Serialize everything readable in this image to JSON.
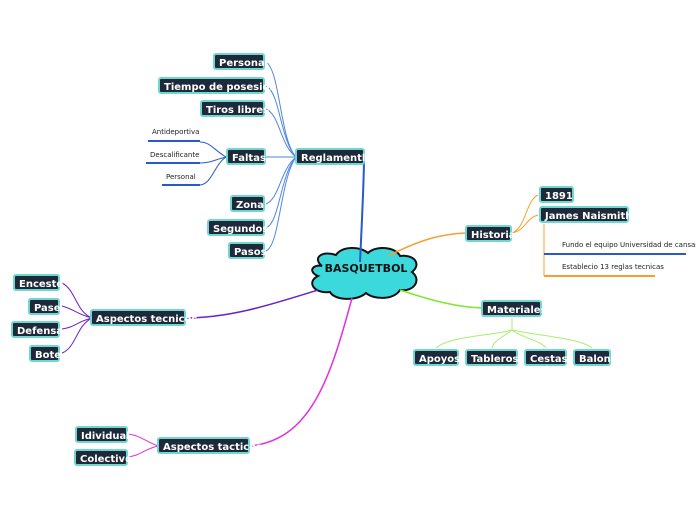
{
  "center": "BASQUETBOL",
  "reglamento": {
    "label": "Reglamentlo",
    "items": [
      "Personal",
      "Tiempo de posesion",
      "Tiros libres",
      "Faltas",
      "Zona",
      "Segundos",
      "Pasos"
    ],
    "faltas_sub": [
      "Antideportiva",
      "Descalificante",
      "Personal"
    ]
  },
  "historia": {
    "label": "Historia",
    "items": [
      "1891",
      "James Naismith"
    ],
    "notes": [
      "Fundo el equipo Universidad de cansas",
      "Establecio 13 reglas tecnicas"
    ]
  },
  "materiales": {
    "label": "Materiales",
    "items": [
      "Apoyos",
      "Tableros",
      "Cestas",
      "Balon"
    ]
  },
  "aspectos_tecnicos": {
    "label": "Aspectos tecnicos",
    "items": [
      "Enceste",
      "Pase",
      "Defensa",
      "Bote"
    ]
  },
  "aspectos_tacticos": {
    "label": "Aspectos tacticos",
    "items": [
      "Idividual",
      "Colectivo"
    ]
  },
  "colors": {
    "node_bg": "#1e2a3a",
    "node_border": "#6fd6d0",
    "center_fill": "#3cd9dc",
    "reglamento_branch": "#2a5ac9",
    "historia_branch": "#f5a030",
    "materiales_branch": "#7ee830",
    "tecnicos_branch": "#6a22c8",
    "tacticos_branch": "#e030e0"
  }
}
